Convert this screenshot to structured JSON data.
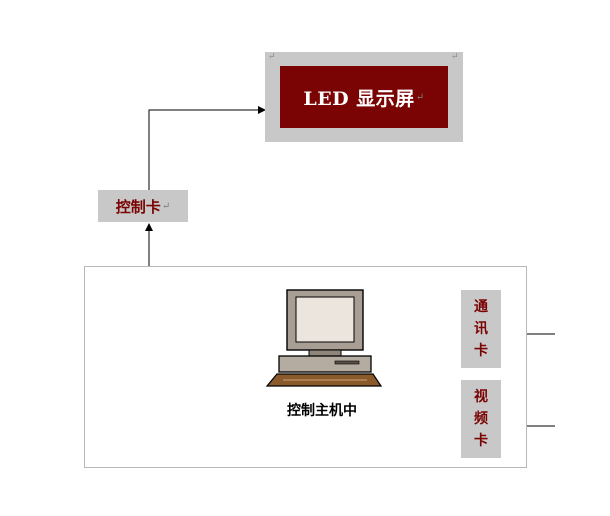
{
  "led_display": {
    "label": "LED 显示屏"
  },
  "control_card": {
    "label": "控制卡"
  },
  "host": {
    "label": "控制主机中"
  },
  "comm_card": {
    "chars": [
      "通",
      "讯",
      "卡"
    ]
  },
  "video_card": {
    "chars": [
      "视",
      "频",
      "卡"
    ]
  },
  "paragraph_mark": "↵",
  "colors": {
    "panel": "#7a0303",
    "box": "#c8c8c8",
    "text_red": "#7a0303"
  },
  "icons": {
    "host": "computer-icon"
  }
}
